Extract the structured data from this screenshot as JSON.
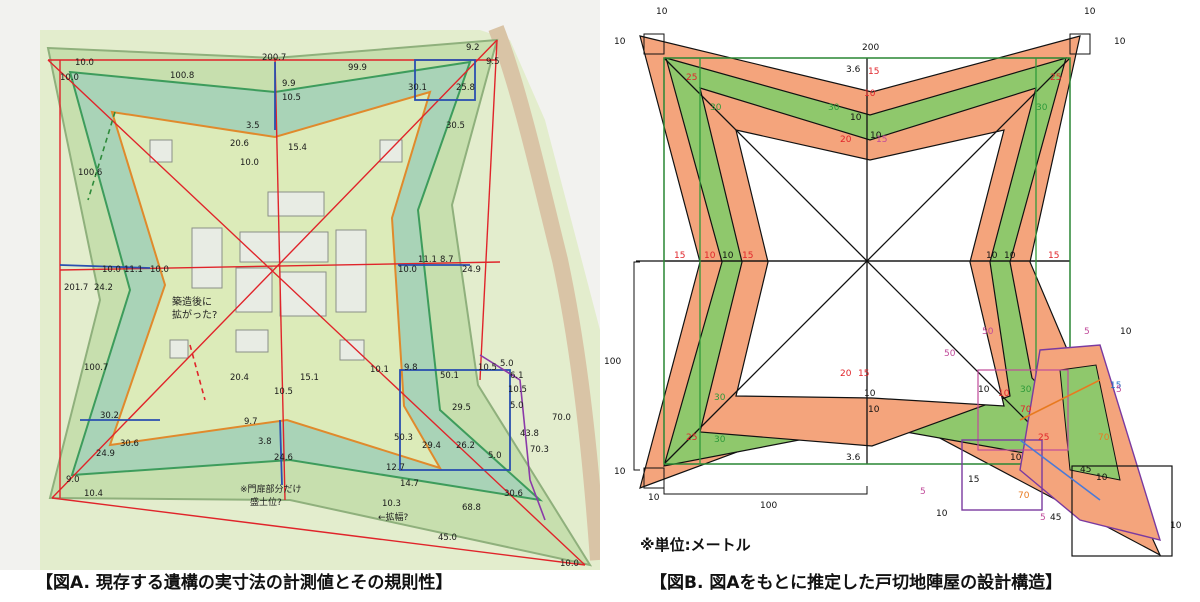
{
  "captions": {
    "a": "【図A. 現存する遺構の実寸法の計測値とその規則性】",
    "b": "【図B. 図Aをもとに推定した戸切地陣屋の設計構造】"
  },
  "unit_note": "※単位:メートル",
  "panel_a": {
    "notes": {
      "expanded": [
        "築造後に",
        "拡がった?"
      ],
      "gate": [
        "※門扉部分だけ",
        "盛土位?"
      ],
      "widening": "←拡幅?"
    },
    "measurements": [
      "200.7",
      "99.9",
      "100.8",
      "10.0",
      "10.0",
      "9.2",
      "9.5",
      "10.5",
      "9.9",
      "3.5",
      "20.6",
      "15.4",
      "10.0",
      "30.1",
      "25.8",
      "30.5",
      "100.6",
      "201.7",
      "24.2",
      "10.0",
      "11.1",
      "10.0",
      "10.0",
      "11.1",
      "8.7",
      "24.9",
      "100.7",
      "30.2",
      "9.7",
      "3.8",
      "20.4",
      "15.1",
      "10.5",
      "10.1",
      "9.8",
      "50.1",
      "10.5",
      "5.0",
      "6.1",
      "10.5",
      "5.0",
      "29.5",
      "50.3",
      "29.4",
      "26.2",
      "43.8",
      "70.3",
      "70.0",
      "9.0",
      "10.4",
      "24.9",
      "30.6",
      "24.6",
      "12.7",
      "14.7",
      "10.3",
      "30.6",
      "68.8",
      "45.0",
      "10.0",
      "5.0"
    ]
  },
  "panel_b": {
    "labels": [
      "10",
      "10",
      "10",
      "10",
      "200",
      "3.6",
      "15",
      "25",
      "30",
      "10",
      "10",
      "30",
      "10",
      "20",
      "15",
      "30",
      "25",
      "15",
      "10",
      "10",
      "15",
      "10",
      "10",
      "15",
      "100",
      "20",
      "15",
      "10",
      "10",
      "30",
      "25",
      "30",
      "3.6",
      "100",
      "10",
      "10",
      "5",
      "10",
      "50",
      "50",
      "10",
      "10",
      "30",
      "15",
      "70",
      "25",
      "10",
      "5",
      "70",
      "45",
      "10",
      "15",
      "70",
      "5",
      "5",
      "10",
      "45",
      "10"
    ]
  }
}
